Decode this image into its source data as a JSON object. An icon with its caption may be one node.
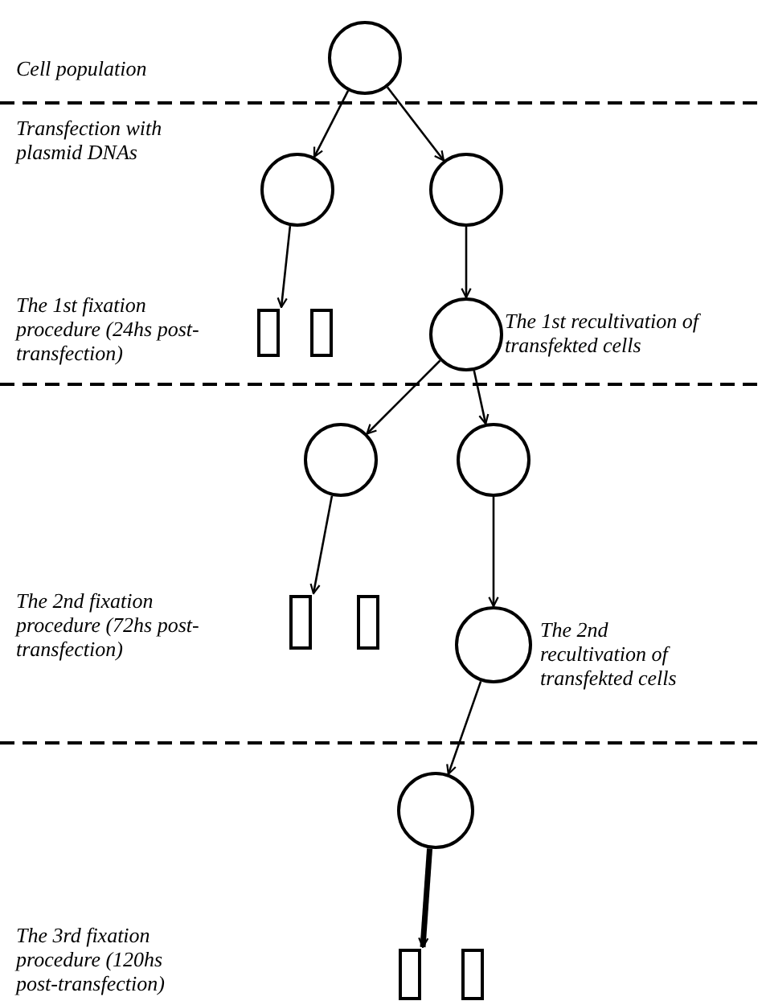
{
  "diagram": {
    "nodes": [
      {
        "text": [],
        "shape": "circle"
      },
      {
        "text": [],
        "shape": "circle"
      },
      {
        "text": [],
        "shape": "circle"
      },
      {
        "text": [],
        "shape": "box"
      },
      {
        "text": [],
        "shape": "box"
      },
      {
        "text": [],
        "shape": "circle",
        "beside": [
          "The 1st recultivation of transfekted cells"
        ]
      },
      {
        "text": [],
        "shape": "circle"
      },
      {
        "text": [],
        "shape": "circle"
      },
      {
        "text": [],
        "shape": "box"
      },
      {
        "text": [],
        "shape": "box"
      },
      {
        "text": [],
        "shape": "circle",
        "beside": [
          "The 2nd recultivation of transfekted cells"
        ]
      },
      {
        "text": [],
        "shape": "circle"
      },
      {
        "text": [],
        "shape": "box"
      },
      {
        "text": [],
        "shape": "box"
      }
    ],
    "edges": [
      {
        "from": 0,
        "to": 1,
        "arrow": "to"
      },
      {
        "from": 0,
        "to": 2,
        "arrow": "to"
      },
      {
        "from": 1,
        "to": 3,
        "arrow": "to"
      },
      {
        "from": 2,
        "to": 5,
        "arrow": "to"
      },
      {
        "from": 5,
        "to": 6,
        "arrow": "to"
      },
      {
        "from": 5,
        "to": 7,
        "arrow": "to"
      },
      {
        "from": 6,
        "to": 8,
        "arrow": "to"
      },
      {
        "from": 7,
        "to": 10,
        "arrow": "to"
      },
      {
        "from": 10,
        "to": 11,
        "arrow": "to"
      },
      {
        "from": 11,
        "to": 12,
        "arrow": "to",
        "style": "thick"
      }
    ],
    "labels": [
      "Cell population",
      "Transfection with plasmid DNAs",
      "The 1st fixation procedure (24hs post-transfection)",
      "The 2nd fixation procedure (72hs post-transfection)",
      "The 3rd fixation procedure (120hs post-transfection)"
    ]
  }
}
